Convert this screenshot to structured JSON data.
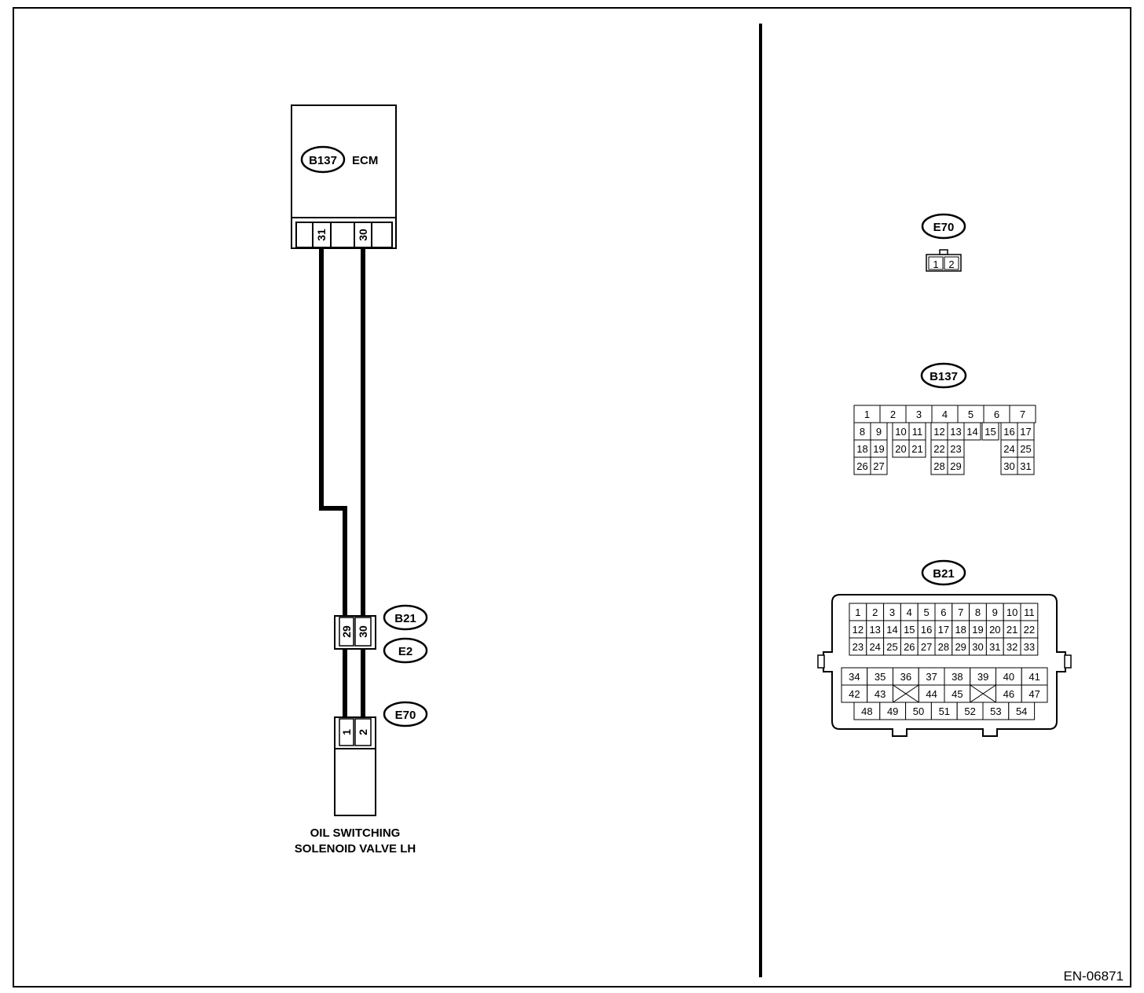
{
  "ecm": {
    "code": "B137",
    "label": "ECM",
    "pins": [
      "31",
      "30"
    ]
  },
  "b21": {
    "code": "B21",
    "pins": [
      "29",
      "30"
    ]
  },
  "e2": {
    "code": "E2"
  },
  "e70": {
    "code": "E70",
    "pins": [
      "1",
      "2"
    ]
  },
  "valve": {
    "line1": "OIL SWITCHING",
    "line2": "SOLENOID VALVE LH"
  },
  "right_panel": {
    "e70": {
      "code": "E70",
      "pins": [
        "1",
        "2"
      ]
    },
    "b137": {
      "code": "B137",
      "rows": [
        [
          "1",
          "2",
          "3",
          "4",
          "5",
          "6",
          "7"
        ],
        [
          "8",
          "9",
          "10",
          "11",
          "12",
          "13",
          "14",
          "15",
          "16",
          "17"
        ],
        [
          "18",
          "19",
          "20",
          "21",
          "22",
          "23",
          "24",
          "25"
        ],
        [
          "26",
          "27",
          "28",
          "29",
          "30",
          "31"
        ]
      ]
    },
    "b21": {
      "code": "B21",
      "rows": [
        [
          "1",
          "2",
          "3",
          "4",
          "5",
          "6",
          "7",
          "8",
          "9",
          "10",
          "11"
        ],
        [
          "12",
          "13",
          "14",
          "15",
          "16",
          "17",
          "18",
          "19",
          "20",
          "21",
          "22"
        ],
        [
          "23",
          "24",
          "25",
          "26",
          "27",
          "28",
          "29",
          "30",
          "31",
          "32",
          "33"
        ],
        [
          "34",
          "35",
          "36",
          "37",
          "38",
          "39",
          "40",
          "41"
        ],
        [
          "42",
          "43",
          "44",
          "45",
          "46",
          "47"
        ],
        [
          "48",
          "49",
          "50",
          "51",
          "52",
          "53",
          "54"
        ]
      ]
    }
  },
  "figure_code": "EN-06871"
}
